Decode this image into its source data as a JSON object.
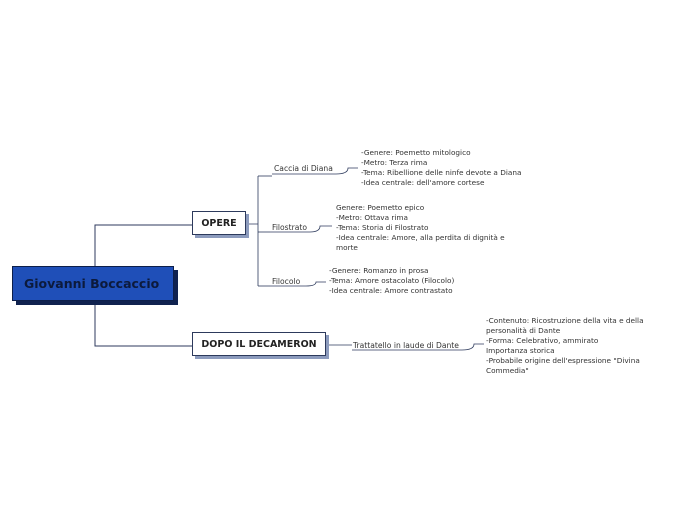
{
  "map": {
    "root": "Giovanni Boccaccio",
    "topics": {
      "opere": {
        "label": "OPERE",
        "subtopics": [
          {
            "label": "Caccia di Diana",
            "details": [
              "-Genere: Poemetto mitologico",
              "-Metro: Terza rima",
              "-Tema: Ribellione delle ninfe devote a Diana",
              "-Idea centrale: dell'amore cortese"
            ]
          },
          {
            "label": "Filostrato",
            "details": [
              "Genere: Poemetto epico",
              "-Metro: Ottava rima",
              "-Tema: Storia di Filostrato",
              "-Idea centrale: Amore, alla perdita di dignità e",
              "morte"
            ]
          },
          {
            "label": "Filocolo",
            "details": [
              "-Genere: Romanzo in prosa",
              "-Tema: Amore ostacolato (Filocolo)",
              "-Idea centrale: Amore contrastato"
            ]
          }
        ]
      },
      "dopo": {
        "label": "DOPO IL DECAMERON",
        "subtopics": [
          {
            "label": "Trattatello in laude di Dante",
            "details": [
              "-Contenuto: Ricostruzione della vita e della",
              "personalità di Dante",
              "-Forma: Celebrativo, ammirato",
              "Importanza storica",
              "-Probabile origine dell'espressione \"Divina",
              "Commedia\""
            ]
          }
        ]
      }
    },
    "colors": {
      "root_fill": "#1f4fb8",
      "root_shadow": "#10224f",
      "root_text": "#0c1a3c",
      "connector": "#2d3a5c",
      "topic_shadow": "#8c9bbd"
    }
  }
}
